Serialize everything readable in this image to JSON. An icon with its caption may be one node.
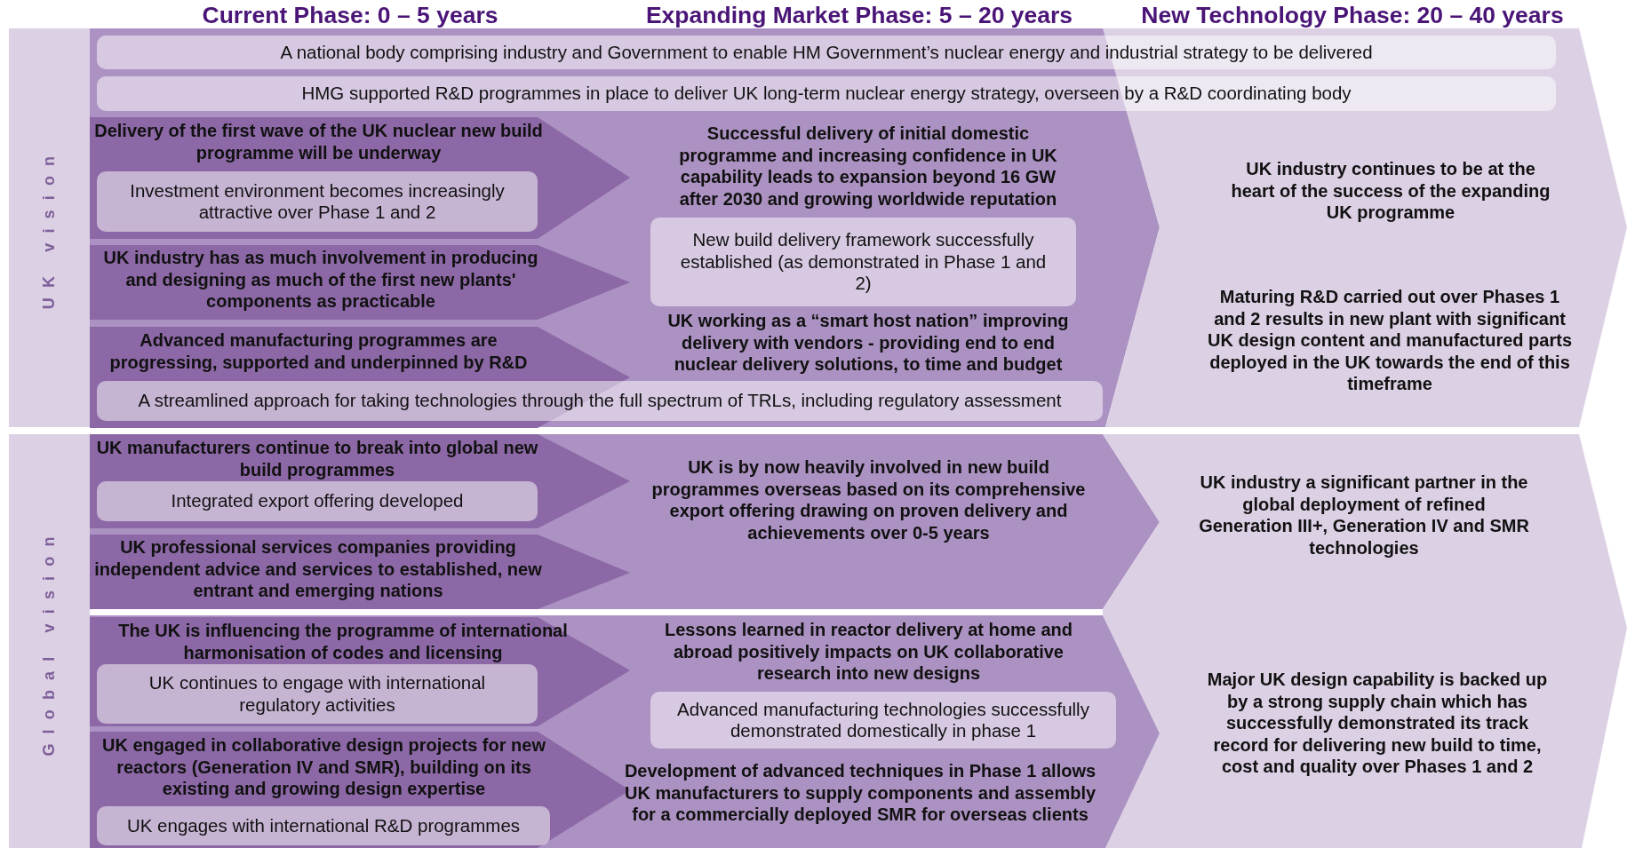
{
  "diagram": {
    "nodes": [
      {
        "text": [
          "UK vision"
        ]
      },
      {
        "text": [
          "A national body comprising industry and Government to enable HM Government’s nuclear energy and industrial strategy to be delivered"
        ]
      },
      {
        "text": [
          "HMG supported R&D programmes in place to deliver UK long-term nuclear energy strategy, overseen by a R&D coordinating body"
        ]
      },
      {
        "text": [
          "Successful delivery of initial domestic programme and increasing confidence in UK capability leads to expansion beyond 16 GW after 2030 and growing worldwide reputation",
          "UK working as a “smart host nation” improving delivery with vendors - providing end to end nuclear delivery solutions, to time and budget"
        ]
      },
      {
        "text": [
          "Delivery of the first wave of the UK nuclear new build programme will be underway"
        ],
        "in": 3
      },
      {
        "text": [
          "Investment environment becomes increasingly attractive over Phase 1 and 2"
        ],
        "in": 4
      },
      {
        "text": [
          "UK industry has as much involvement in producing and designing as much of the first new plants' components as practicable"
        ],
        "in": 3
      },
      {
        "text": [
          "Advanced manufacturing programmes are progressing, supported and underpinned by R&D"
        ],
        "in": 3
      },
      {
        "text": [
          "New build delivery framework successfully established (as demonstrated in Phase 1 and 2)"
        ],
        "in": 3
      },
      {
        "text": [
          "A streamlined approach for taking technologies through the full spectrum of TRLs, including regulatory assessment"
        ],
        "in": 3
      },
      {
        "text": [
          "UK industry continues to be at the heart of the success of the expanding UK programme",
          "Maturing R&D carried out over Phases 1 and 2 results in new plant with significant UK design content and manufactured parts deployed in the UK towards the end of this timeframe"
        ]
      },
      {
        "text": [
          "Global vision"
        ]
      },
      {
        "text": [
          "UK is by now heavily involved in new build programmes overseas based on its comprehensive export offering drawing on proven delivery and achievements over 0-5 years"
        ]
      },
      {
        "text": [
          "UK manufacturers continue to break into global new build programmes"
        ],
        "in": 12
      },
      {
        "text": [
          "Integrated export offering developed"
        ],
        "in": 13
      },
      {
        "text": [
          "UK professional services companies providing independent advice and services to established, new entrant and emerging nations"
        ],
        "in": 12
      },
      {
        "text": [
          "UK industry a significant partner in the global deployment of refined Generation III+, Generation IV and SMR technologies",
          "Major UK design capability is backed up by a strong supply chain which has successfully demonstrated its track record for delivering new build to time, cost and quality over Phases 1 and 2"
        ]
      },
      {
        "text": [
          "Lessons learned in reactor delivery at home and abroad positively impacts on UK collaborative research into new designs",
          "Development of advanced techniques in Phase 1 allows UK manufacturers to supply components and assembly for a commercially deployed SMR for overseas clients"
        ]
      },
      {
        "text": [
          "The UK is influencing the programme of international harmonisation of codes and licensing"
        ],
        "in": 17
      },
      {
        "text": [
          "UK continues to engage with international regulatory activities"
        ],
        "in": 18
      },
      {
        "text": [
          "UK engaged in collaborative design projects for new reactors (Generation IV and SMR), building on its existing and growing design expertise"
        ],
        "in": 17
      },
      {
        "text": [
          "UK engages with international R&D programmes"
        ],
        "in": 20
      },
      {
        "text": [
          "Advanced manufacturing technologies successfully demonstrated domestically in phase 1"
        ],
        "in": 17
      }
    ],
    "labels": [
      "Current Phase: 0 – 5 years",
      "Expanding Market Phase: 5 – 20 years",
      "New Technology Phase: 20 – 40 years"
    ]
  }
}
